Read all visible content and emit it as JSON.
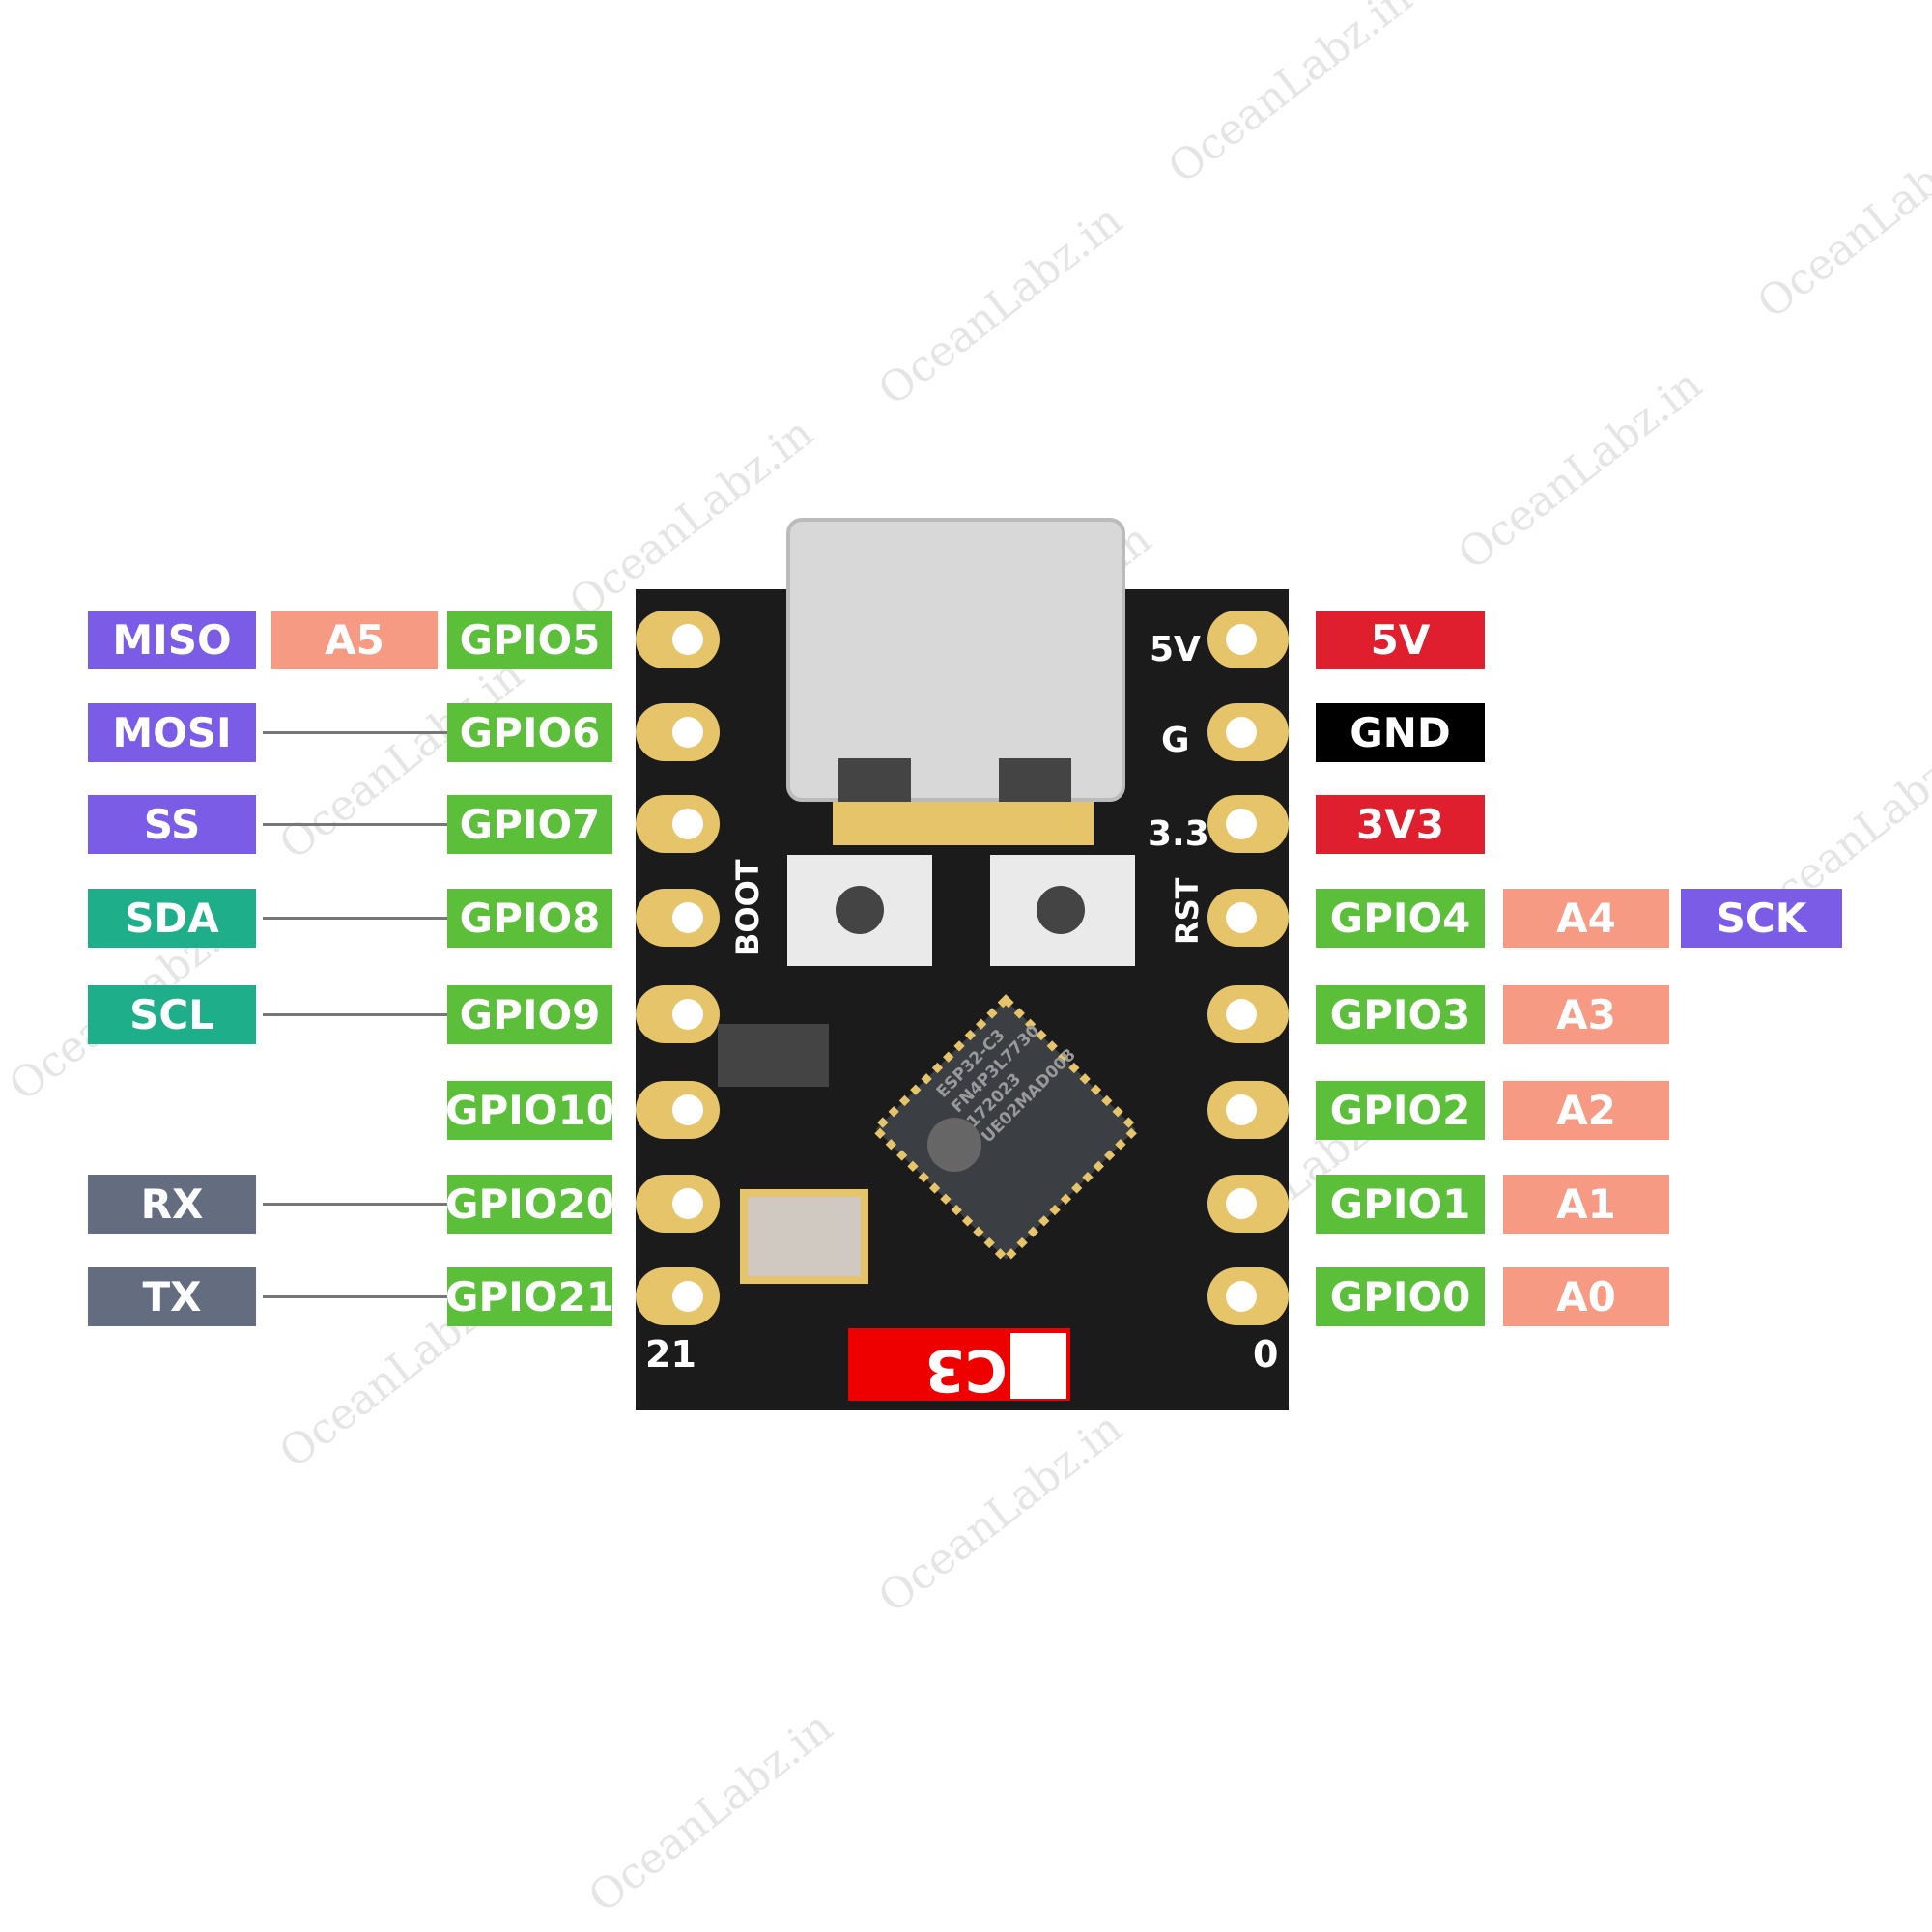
{
  "watermark": "OceanLabz.in",
  "left_pins": [
    {
      "gpio": "GPIO5",
      "analog": "A5",
      "func": "MISO",
      "func_type": "spi"
    },
    {
      "gpio": "GPIO6",
      "func": "MOSI",
      "func_type": "spi"
    },
    {
      "gpio": "GPIO7",
      "func": "SS",
      "func_type": "spi"
    },
    {
      "gpio": "GPIO8",
      "func": "SDA",
      "func_type": "i2c"
    },
    {
      "gpio": "GPIO9",
      "func": "SCL",
      "func_type": "i2c"
    },
    {
      "gpio": "GPIO10"
    },
    {
      "gpio": "GPIO20",
      "func": "RX",
      "func_type": "uart"
    },
    {
      "gpio": "GPIO21",
      "func": "TX",
      "func_type": "uart"
    }
  ],
  "right_pins": [
    {
      "label": "5V",
      "type": "power"
    },
    {
      "label": "GND",
      "type": "ground"
    },
    {
      "label": "3V3",
      "type": "power"
    },
    {
      "label": "GPIO4",
      "analog": "A4",
      "func": "SCK"
    },
    {
      "label": "GPIO3",
      "analog": "A3"
    },
    {
      "label": "GPIO2",
      "analog": "A2"
    },
    {
      "label": "GPIO1",
      "analog": "A1"
    },
    {
      "label": "GPIO0",
      "analog": "A0"
    }
  ],
  "board": {
    "silk_5v": "5V",
    "silk_g": "G",
    "silk_33": "3.3",
    "silk_boot": "BOOT",
    "silk_rst": "RST",
    "silk_21": "21",
    "silk_0": "0",
    "antenna_label": "C3",
    "chip_lines": [
      "ESP32-C3",
      "FN4P3L7730",
      "172023",
      "UE02MAD008"
    ]
  },
  "colors": {
    "gpio": "#5bbf3a",
    "spi": "#7b5ce6",
    "i2c": "#1fae8a",
    "analog": "#f69a83",
    "uart": "#646d80",
    "power": "#df1f2e",
    "ground": "#000000",
    "pcb": "#1b1b1b",
    "pad": "#e6c46a"
  }
}
